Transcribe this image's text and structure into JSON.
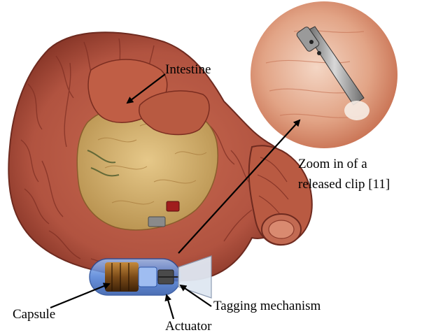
{
  "labels": {
    "intestine": "Intestine",
    "zoom_line1": "Zoom in of a",
    "zoom_line2": "released clip [11]",
    "capsule": "Capsule",
    "tagging": "Tagging mechanism",
    "actuator": "Actuator"
  },
  "colors": {
    "tissue": "#b8573f",
    "tissue_dark": "#7e2f22",
    "tissue_light": "#d98268",
    "cavity": "#d7b676",
    "capsule_shell": "#5f8fe0",
    "zoom_bg": "#e2a486"
  }
}
